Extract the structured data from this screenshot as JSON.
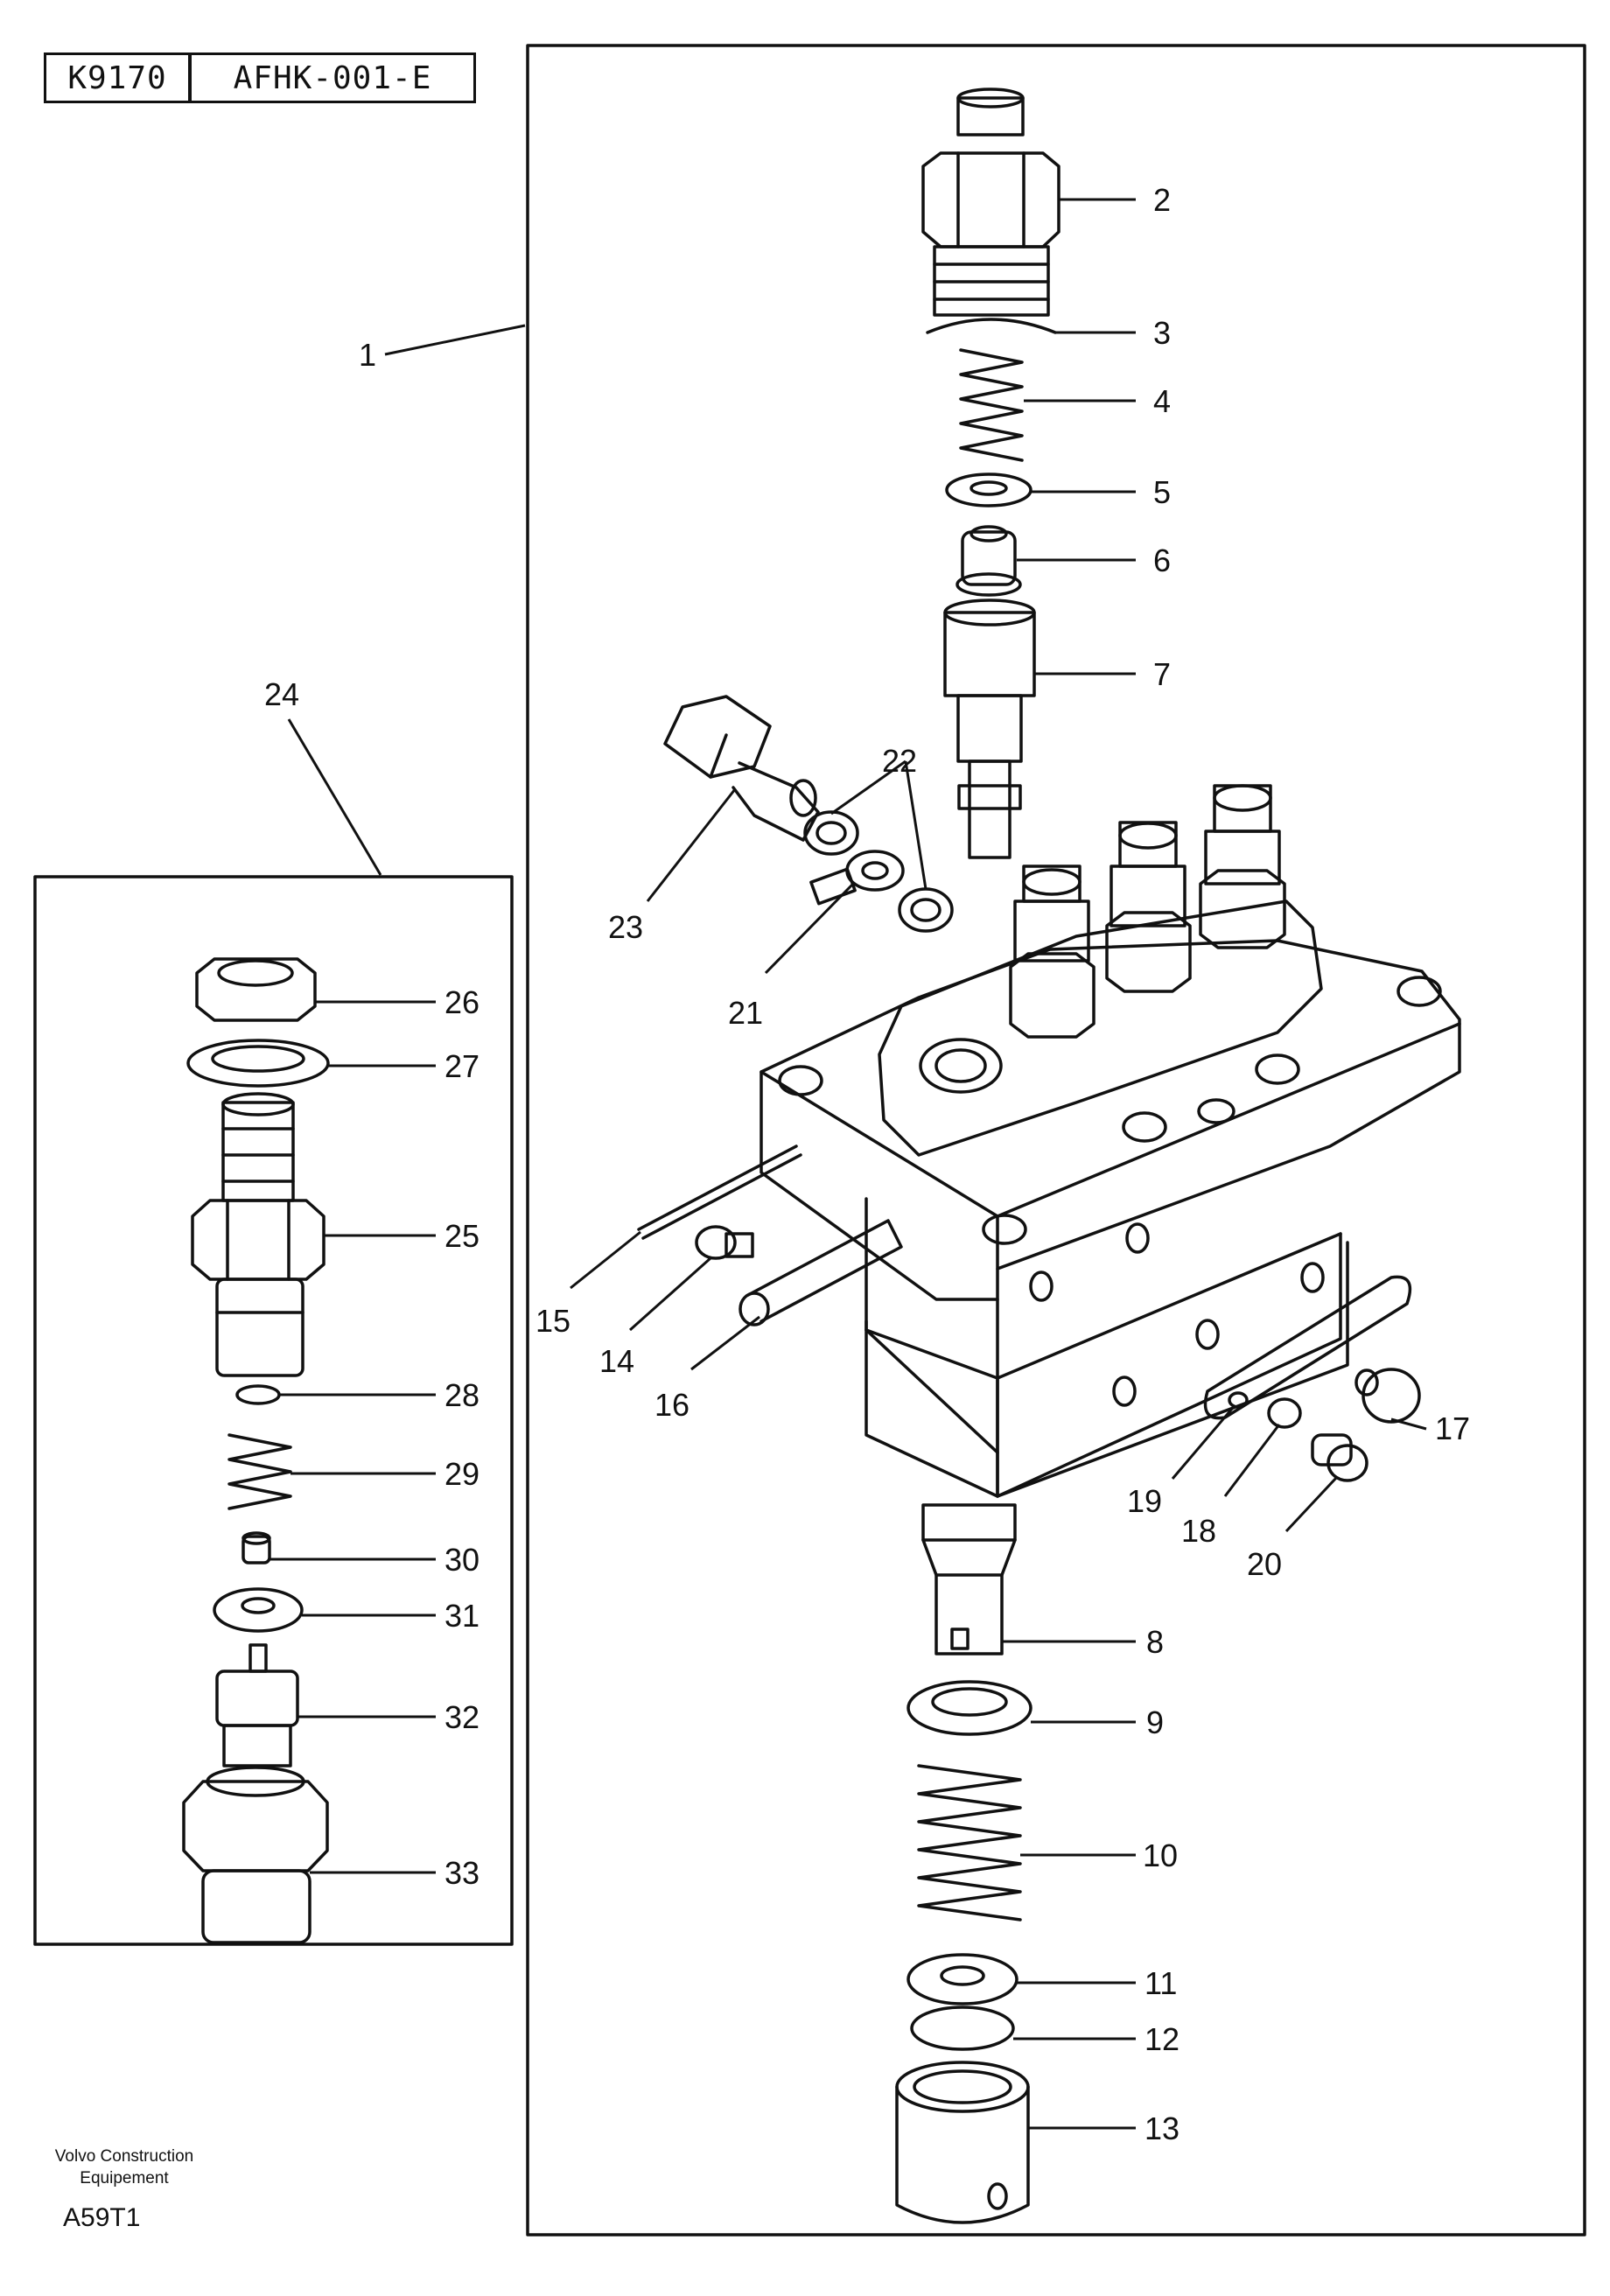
{
  "header": {
    "code": "K9170",
    "reference": "AFHK-001-E"
  },
  "callouts": [
    "1",
    "2",
    "3",
    "4",
    "5",
    "6",
    "7",
    "8",
    "9",
    "10",
    "11",
    "12",
    "13",
    "14",
    "15",
    "16",
    "17",
    "18",
    "19",
    "20",
    "21",
    "22",
    "23",
    "24",
    "25",
    "26",
    "27",
    "28",
    "29",
    "30",
    "31",
    "32",
    "33"
  ],
  "footer": {
    "brand_line1": "Volvo Construction",
    "brand_line2": "Equipement",
    "code": "A59T1"
  }
}
